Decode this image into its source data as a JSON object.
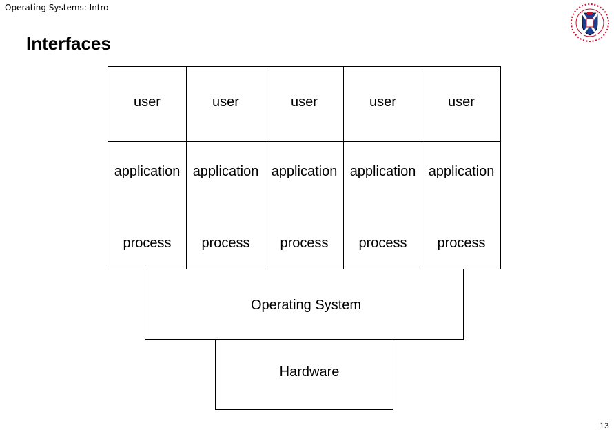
{
  "header": {
    "course": "Operating Systems: Intro"
  },
  "slide": {
    "title": "Interfaces",
    "page_number": "13"
  },
  "diagram": {
    "columns": [
      {
        "user": "user",
        "application": "application",
        "process": "process"
      },
      {
        "user": "user",
        "application": "application",
        "process": "process"
      },
      {
        "user": "user",
        "application": "application",
        "process": "process"
      },
      {
        "user": "user",
        "application": "application",
        "process": "process"
      },
      {
        "user": "user",
        "application": "application",
        "process": "process"
      }
    ],
    "os_label": "Operating System",
    "hardware_label": "Hardware"
  },
  "logo": {
    "icon": "university-crest-icon",
    "ring_color": "#c8102e",
    "shield_color": "#1a3f8f"
  }
}
